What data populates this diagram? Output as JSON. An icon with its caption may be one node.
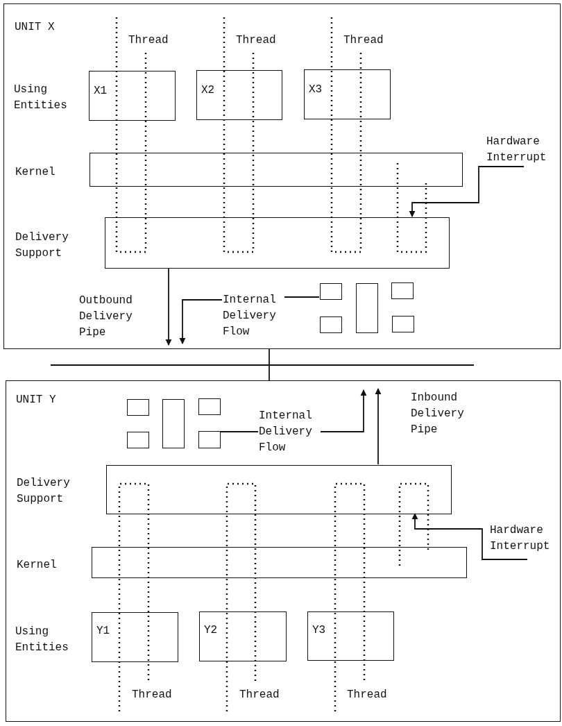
{
  "diagram": {
    "nodes": [
      {
        "text": [
          "UNIT X"
        ]
      },
      {
        "text": [
          "X1"
        ],
        "in": 0
      },
      {
        "text": [
          "X2"
        ],
        "in": 0
      },
      {
        "text": [
          "X3"
        ],
        "in": 0
      },
      {
        "text": [
          "Kernel"
        ],
        "in": 0
      },
      {
        "text": [
          "Delivery Support"
        ],
        "in": 0
      },
      {
        "text": [],
        "shape": "box",
        "in": 0
      },
      {
        "text": [],
        "shape": "box",
        "in": 0
      },
      {
        "text": [],
        "shape": "box",
        "in": 0
      },
      {
        "text": [],
        "shape": "box",
        "in": 0
      },
      {
        "text": [],
        "shape": "box",
        "in": 0
      },
      {
        "text": [
          "Hardware Interrupt"
        ],
        "in": 0
      },
      {
        "text": [
          "Internal Delivery Flow"
        ],
        "in": 0
      },
      {
        "text": [],
        "shape": "bar"
      },
      {
        "text": [
          "UNIT Y"
        ]
      },
      {
        "text": [],
        "shape": "box",
        "in": 14
      },
      {
        "text": [],
        "shape": "box",
        "in": 14
      },
      {
        "text": [],
        "shape": "box",
        "in": 14
      },
      {
        "text": [],
        "shape": "box",
        "in": 14
      },
      {
        "text": [],
        "shape": "box",
        "in": 14
      },
      {
        "text": [
          "Internal Delivery Flow"
        ],
        "in": 14
      },
      {
        "text": [
          "Delivery Support"
        ],
        "in": 14
      },
      {
        "text": [
          "Hardware Interrupt"
        ],
        "in": 14
      },
      {
        "text": [
          "Kernel"
        ],
        "in": 14
      },
      {
        "text": [
          "Y1"
        ],
        "in": 14
      },
      {
        "text": [
          "Y2"
        ],
        "in": 14
      },
      {
        "text": [
          "Y3"
        ],
        "in": 14
      }
    ],
    "edges": [
      {
        "from": 11,
        "to": 5,
        "arrow": "to"
      },
      {
        "from": 12,
        "to": 6,
        "arrow": "none"
      },
      {
        "from": 12,
        "to": null,
        "arrow": "to"
      },
      {
        "from": 5,
        "to": null,
        "arrow": "to"
      },
      {
        "from": 0,
        "to": 13,
        "arrow": "none"
      },
      {
        "from": 13,
        "to": 14,
        "arrow": "none"
      },
      {
        "from": 20,
        "to": 19,
        "arrow": "none"
      },
      {
        "from": 20,
        "to": null,
        "arrow": "to"
      },
      {
        "from": 21,
        "to": null,
        "arrow": "to"
      },
      {
        "from": 22,
        "to": 21,
        "arrow": "to"
      }
    ],
    "labels": [
      "Thread",
      "Thread",
      "Thread",
      "Using Entities",
      "Outbound Delivery Pipe",
      "Inbound Delivery Pipe",
      "Using Entities",
      "Thread",
      "Thread",
      "Thread"
    ]
  }
}
